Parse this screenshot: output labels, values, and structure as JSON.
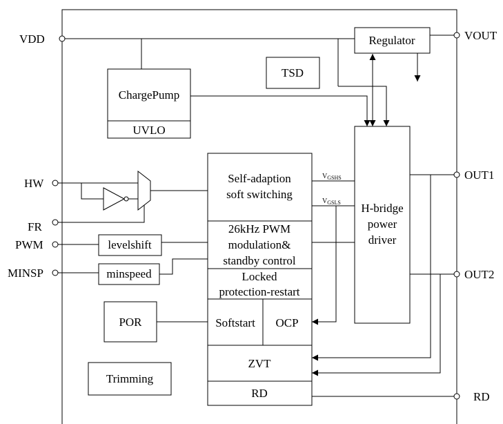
{
  "pins": {
    "vdd": "VDD",
    "hw": "HW",
    "fr": "FR",
    "pwm": "PWM",
    "minsp": "MINSP",
    "vout": "VOUT",
    "out1": "OUT1",
    "out2": "OUT2",
    "rd": "RD"
  },
  "blocks": {
    "regulator": "Regulator",
    "tsd": "TSD",
    "chargepump": "ChargePump",
    "uvlo": "UVLO",
    "self_adaption_1": "Self-adaption",
    "self_adaption_2": "soft switching",
    "pwm_mod_1": "26kHz PWM",
    "pwm_mod_2": "modulation&",
    "pwm_mod_3": "standby control",
    "locked_1": "Locked",
    "locked_2": "protection-restart",
    "softstart": "Softstart",
    "ocp": "OCP",
    "zvt": "ZVT",
    "rd_block": "RD",
    "hbridge_1": "H-bridge",
    "hbridge_2": "power",
    "hbridge_3": "driver",
    "levelshift": "levelshift",
    "minspeed": "minspeed",
    "por": "POR",
    "trimming": "Trimming"
  },
  "signals": {
    "vgshs_main": "V",
    "vgshs_sub": "GSHS",
    "vgsls_main": "V",
    "vgsls_sub": "GSLS"
  }
}
